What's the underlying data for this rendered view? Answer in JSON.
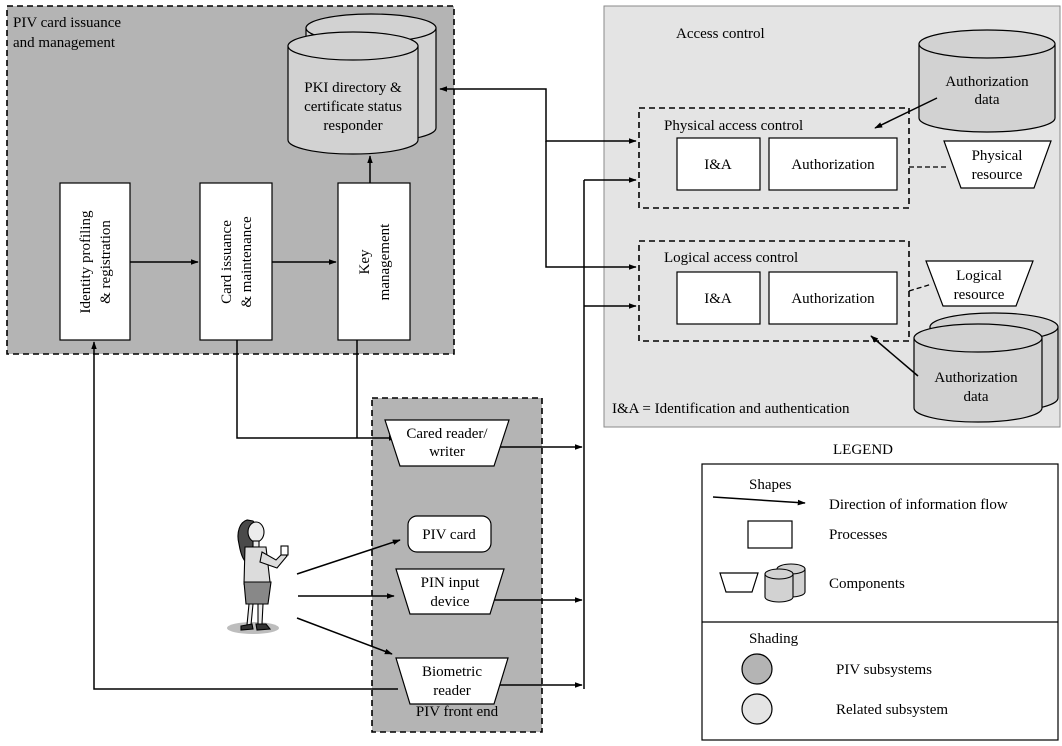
{
  "piv_management": {
    "title_line1": "PIV card issuance",
    "title_line2": "and management",
    "pki_line1": "PKI directory &",
    "pki_line2": "certificate status",
    "pki_line3": "responder",
    "identity_line1": "Identity profiling",
    "identity_line2": "& registration",
    "card_issuance_line1": "Card issuance",
    "card_issuance_line2": "& maintenance",
    "key_line1": "Key",
    "key_line2": "management"
  },
  "access_control": {
    "title": "Access control",
    "auth_data_top_line1": "Authorization",
    "auth_data_top_line2": "data",
    "physical_title": "Physical access control",
    "physical_ia": "I&A",
    "physical_authz": "Authorization",
    "physical_resource_line1": "Physical",
    "physical_resource_line2": "resource",
    "logical_title": "Logical access control",
    "logical_ia": "I&A",
    "logical_authz": "Authorization",
    "logical_resource_line1": "Logical",
    "logical_resource_line2": "resource",
    "auth_data_bottom_line1": "Authorization",
    "auth_data_bottom_line2": "data",
    "footnote": "I&A = Identification and authentication"
  },
  "front_end": {
    "title": "PIV front end",
    "reader_line1": "Cared reader/",
    "reader_line2": "writer",
    "piv_card": "PIV card",
    "pin_line1": "PIN input",
    "pin_line2": "device",
    "bio_line1": "Biometric",
    "bio_line2": "reader"
  },
  "legend": {
    "title": "LEGEND",
    "shapes_heading": "Shapes",
    "flow": "Direction of information flow",
    "processes": "Processes",
    "components": "Components",
    "shading_heading": "Shading",
    "piv_subsystems": "PIV subsystems",
    "related_subsystem": "Related subsystem"
  },
  "colors": {
    "piv_shade": "#b4b4b4",
    "related_shade": "#e4e4e4",
    "component_fill": "#d2d2d2",
    "stroke": "#000000"
  }
}
